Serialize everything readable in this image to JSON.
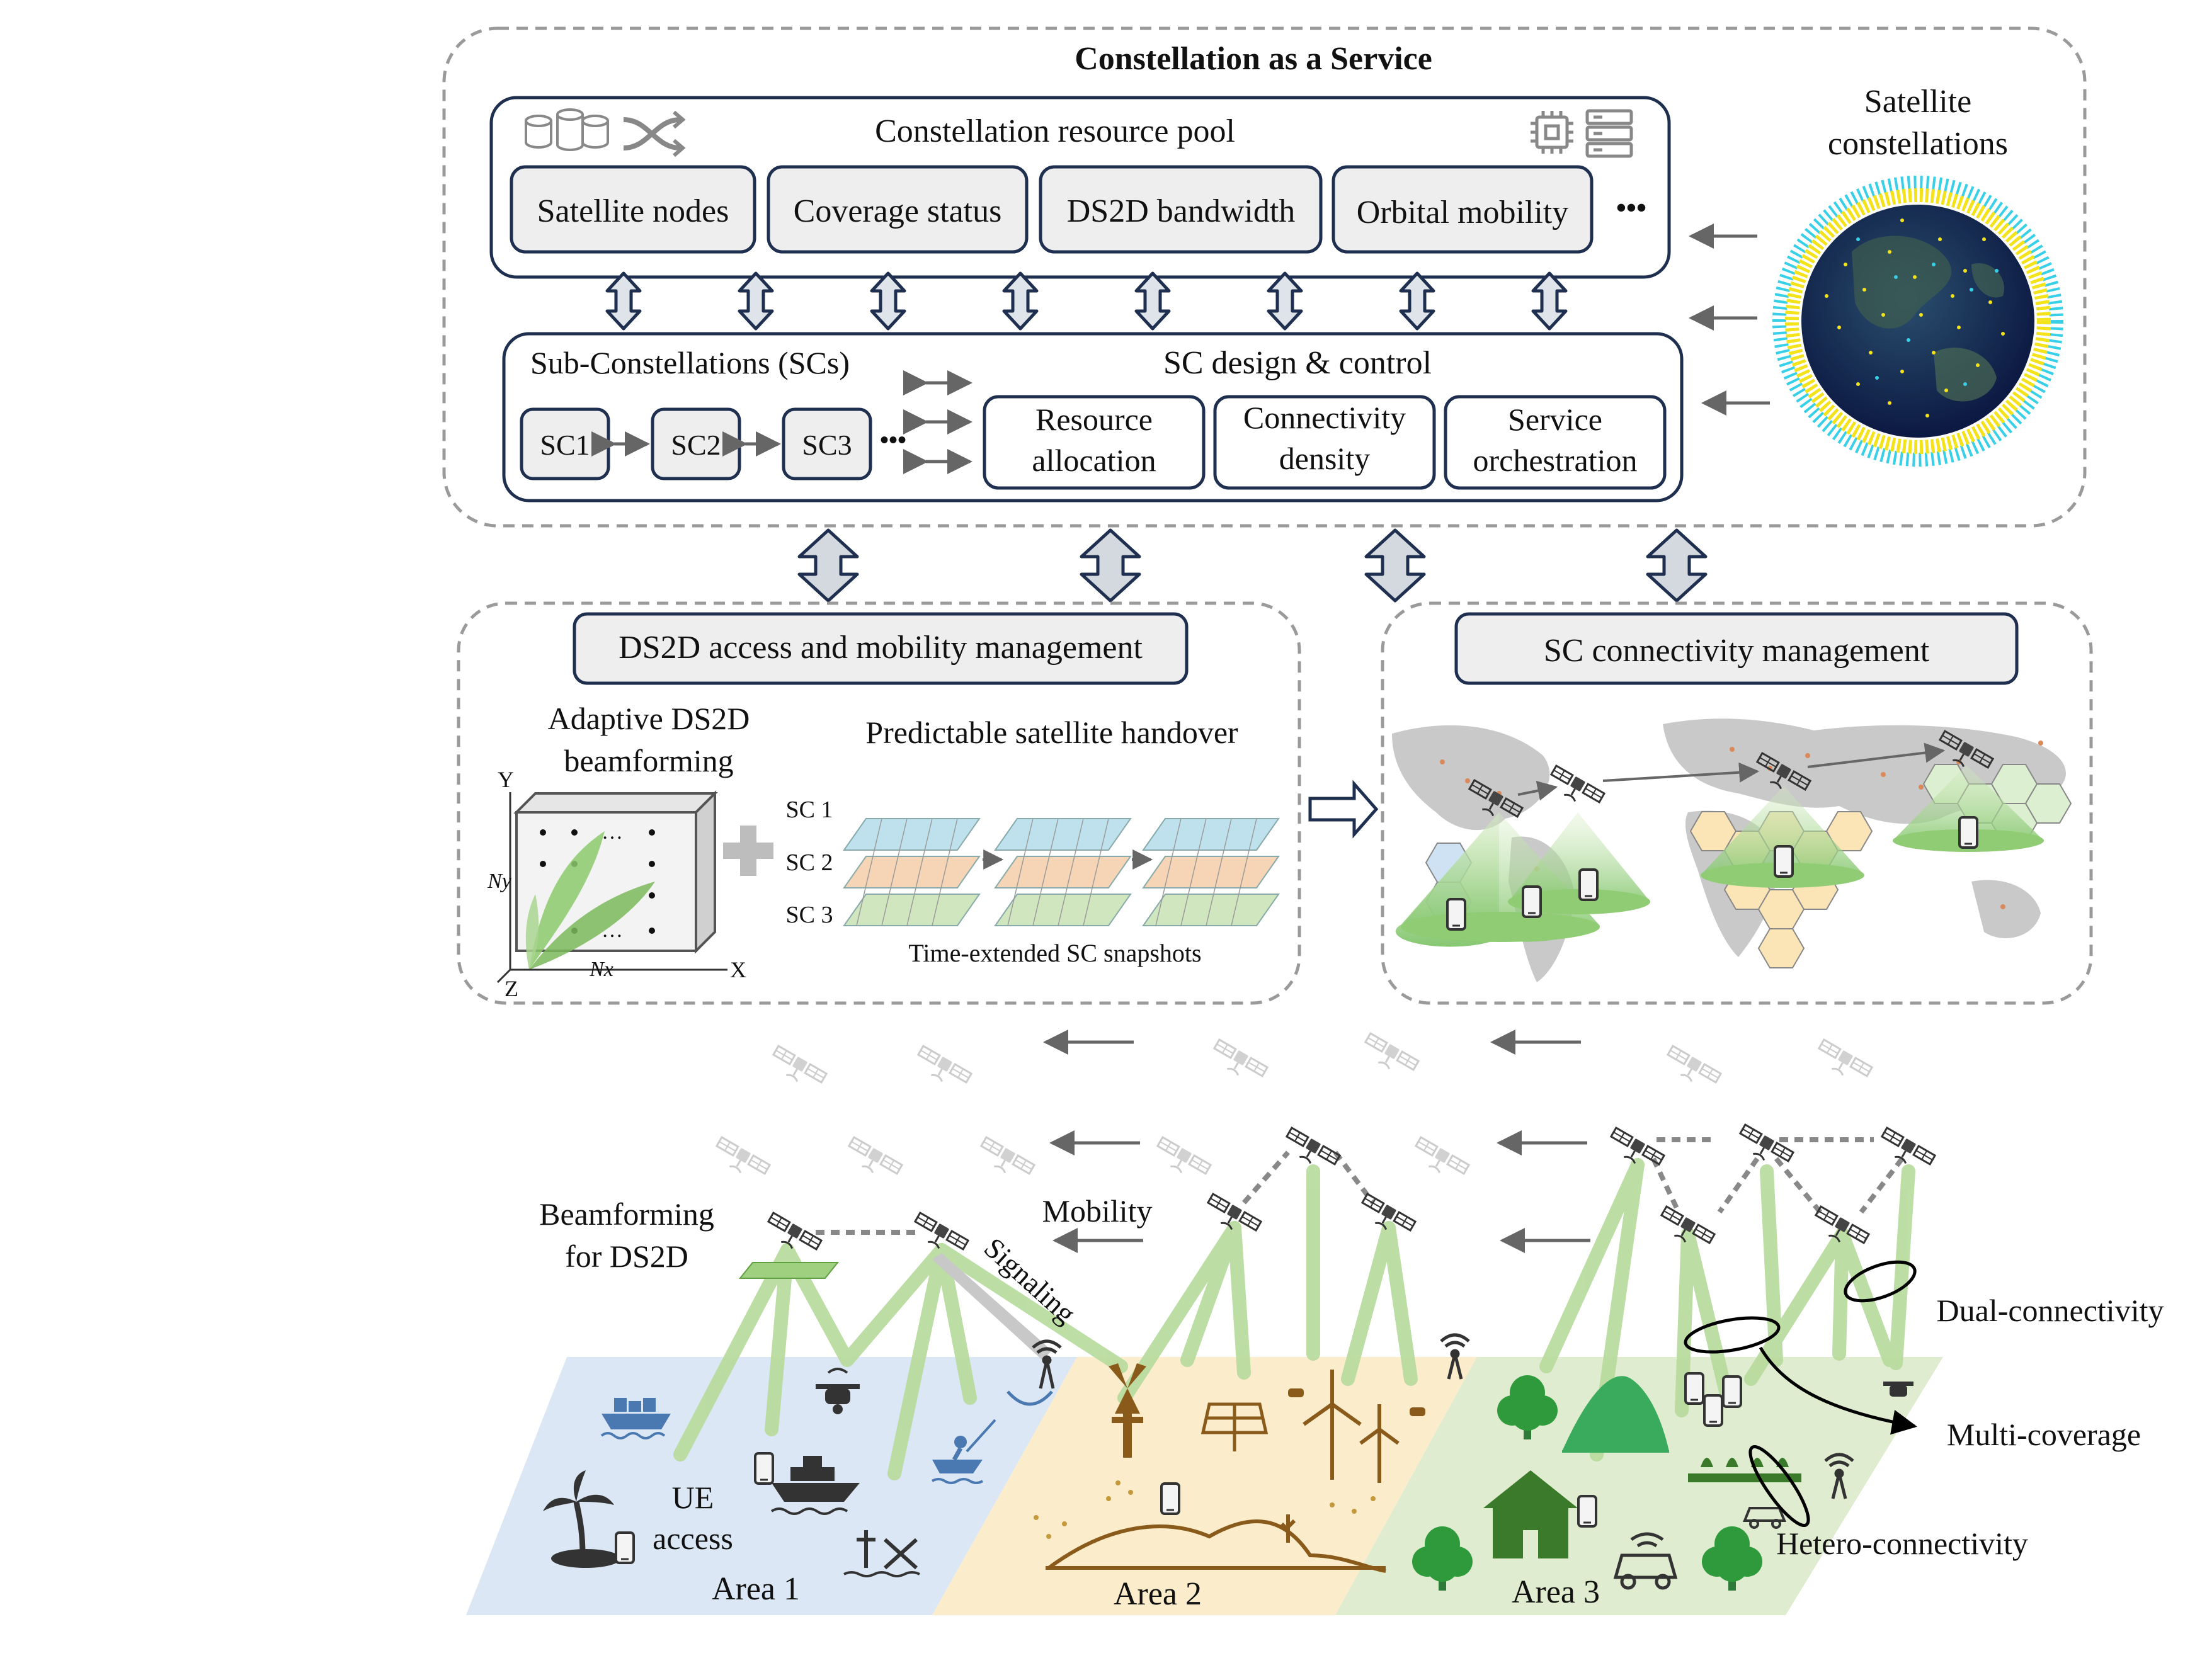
{
  "header": {
    "title": "Constellation as a Service"
  },
  "resource_pool": {
    "title": "Constellation resource pool",
    "items": [
      "Satellite nodes",
      "Coverage status",
      "DS2D bandwidth",
      "Orbital mobility"
    ],
    "more": "•••",
    "icons": [
      "database-icon",
      "shuffle-icon",
      "chip-icon",
      "server-icon"
    ]
  },
  "satellite_constellations": {
    "label_line1": "Satellite",
    "label_line2": "constellations"
  },
  "sub_constellations": {
    "title": "Sub-Constellations (SCs)",
    "items": [
      "SC1",
      "SC2",
      "SC3"
    ],
    "more": "•••"
  },
  "sc_design": {
    "title": "SC design & control",
    "boxes": [
      {
        "line1": "Resource",
        "line2": "allocation"
      },
      {
        "line1": "Connectivity",
        "line2": "density"
      },
      {
        "line1": "Service",
        "line2": "orchestration"
      }
    ]
  },
  "access_mgmt": {
    "title": "DS2D access and mobility management",
    "beamforming_title_line1": "Adaptive DS2D",
    "beamforming_title_line2": "beamforming",
    "axis_y": "Y",
    "axis_x": "X",
    "axis_z": "Z",
    "label_ny": "Ny",
    "label_nx": "Nx",
    "array_dots": "…",
    "handover_title": "Predictable satellite handover",
    "sc_labels": [
      "SC 1",
      "SC 2",
      "SC 3"
    ],
    "snapshots_caption": "Time-extended SC snapshots"
  },
  "connectivity_mgmt": {
    "title": "SC connectivity management"
  },
  "ground": {
    "beamforming_label_line1": "Beamforming",
    "beamforming_label_line2": "for DS2D",
    "signaling": "Signaling",
    "mobility": "Mobility",
    "ue_access_line1": "UE",
    "ue_access_line2": "access",
    "areas": [
      "Area 1",
      "Area 2",
      "Area 3"
    ],
    "dual_connectivity": "Dual-connectivity",
    "multi_coverage": "Multi-coverage",
    "hetero_connectivity": "Hetero-connectivity"
  },
  "colors": {
    "box_border": "#1f2f4f",
    "box_fill": "#eeeeee",
    "dash_border": "#9a9a9a",
    "beam_green": "#b9dc9f",
    "area1": "#dbe7f4",
    "area2": "#fbeccb",
    "area3": "#dfeccf",
    "earth": "#0f1f4e",
    "orbit_yellow": "#f4e21a",
    "orbit_cyan": "#38d0e8"
  }
}
